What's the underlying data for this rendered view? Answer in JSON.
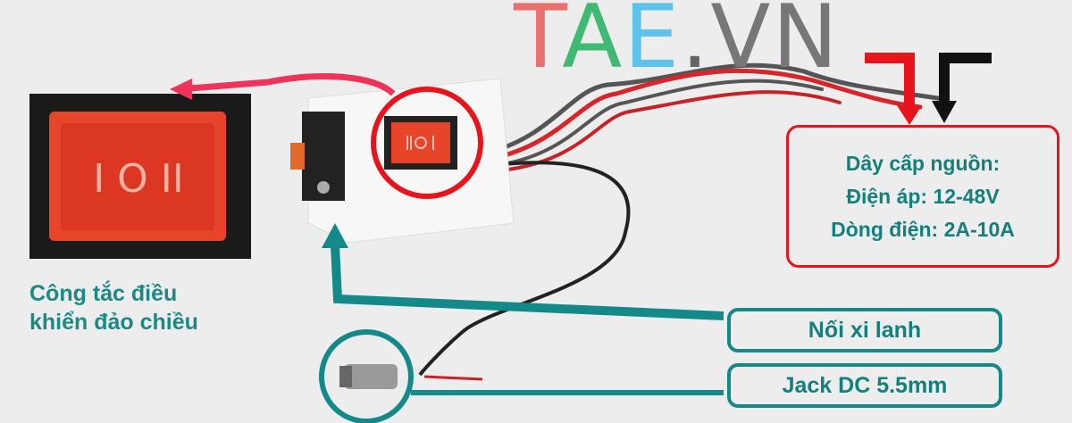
{
  "left_label": {
    "line1": "Công tắc điều",
    "line2": "khiển đảo chiều"
  },
  "switch_symbols": "I O II",
  "power_box": {
    "line1": "Dây cấp nguồn:",
    "line2": "Điện áp: 12-48V",
    "line3": "Dòng điện: 2A-10A"
  },
  "cylinder_label": "Nối xi lanh",
  "jack_label": "Jack DC 5.5mm",
  "watermark": {
    "letters": [
      "T",
      "A",
      "E",
      ".",
      "V",
      "N"
    ],
    "colors": [
      "#e8706d",
      "#3fba73",
      "#5ec3ea",
      "#666666",
      "#777777",
      "#777777"
    ]
  },
  "colors": {
    "teal": "#13898a",
    "red": "#e8141b",
    "text": "#13807e"
  }
}
